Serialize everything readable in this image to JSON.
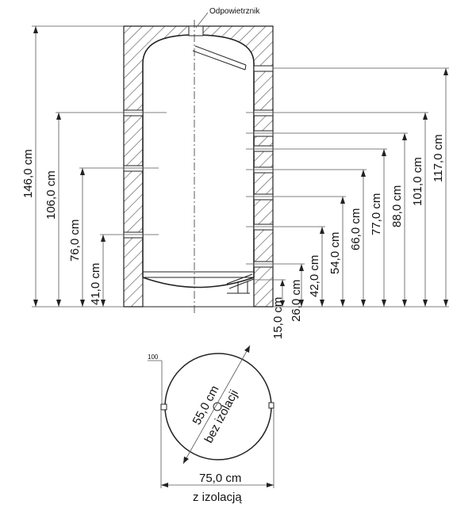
{
  "labels": {
    "vent": "Odpowietrznik",
    "h146": "146,0 cm",
    "h106": "106,0 cm",
    "h76": "76,0 cm",
    "h41": "41,0 cm",
    "h15": "15,0 cm",
    "h26": "26,0 cm",
    "h42": "42,0 cm",
    "h54": "54,0 cm",
    "h66": "66,0 cm",
    "h77": "77,0 cm",
    "h88": "88,0 cm",
    "h101": "101,0 cm",
    "h117": "117,0 cm",
    "nozzle": "100",
    "diam_inner": "55,0 cm",
    "diam_inner_note": "bez izolacji",
    "diam_outer": "75,0 cm",
    "diam_outer_note": "z izolacją"
  }
}
